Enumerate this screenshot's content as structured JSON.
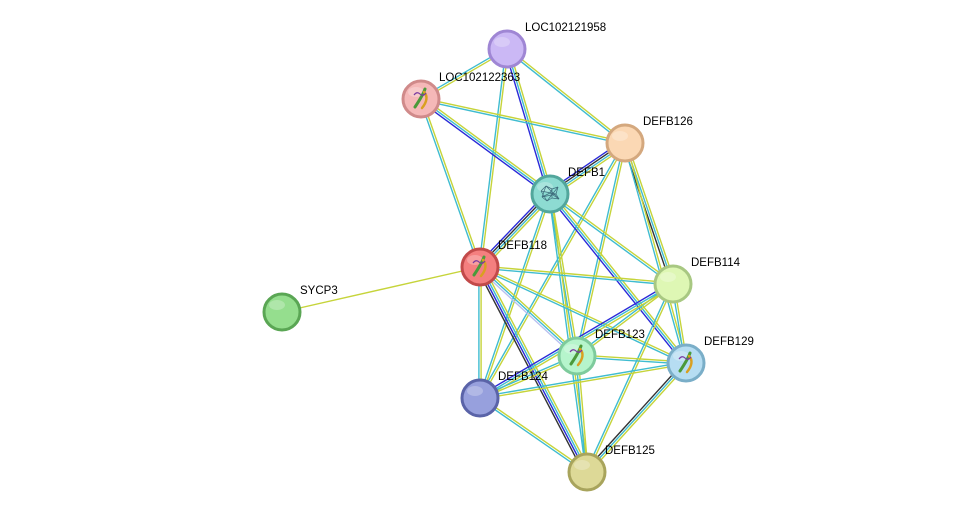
{
  "network": {
    "nodes": [
      {
        "id": "LOC102121958",
        "label": "LOC102121958",
        "fill": "#cbb8f5",
        "stroke": "#9f86d4",
        "structure": "none"
      },
      {
        "id": "LOC102122363",
        "label": "LOC102122363",
        "fill": "#f5b8b8",
        "stroke": "#d08a8a",
        "structure": "protein-ribbon-icon"
      },
      {
        "id": "DEFB126",
        "label": "DEFB126",
        "fill": "#fbd8b4",
        "stroke": "#d4a87e",
        "structure": "none"
      },
      {
        "id": "DEFB1",
        "label": "DEFB1",
        "fill": "#8ddbd2",
        "stroke": "#52a69c",
        "structure": "protein-mesh-icon"
      },
      {
        "id": "DEFB118",
        "label": "DEFB118",
        "fill": "#f47f7f",
        "stroke": "#c24a4a",
        "structure": "protein-ribbon-icon"
      },
      {
        "id": "DEFB114",
        "label": "DEFB114",
        "fill": "#def7b4",
        "stroke": "#a8c882",
        "structure": "none"
      },
      {
        "id": "SYCP3",
        "label": "SYCP3",
        "fill": "#95de8e",
        "stroke": "#5aa654",
        "structure": "none"
      },
      {
        "id": "DEFB123",
        "label": "DEFB123",
        "fill": "#b6f5cc",
        "stroke": "#7ecb9c",
        "structure": "protein-ribbon-icon"
      },
      {
        "id": "DEFB129",
        "label": "DEFB129",
        "fill": "#b6ddf2",
        "stroke": "#7aaec8",
        "structure": "protein-ribbon-icon"
      },
      {
        "id": "DEFB124",
        "label": "DEFB124",
        "fill": "#97a0dd",
        "stroke": "#5a63a8",
        "structure": "none"
      },
      {
        "id": "DEFB125",
        "label": "DEFB125",
        "fill": "#ddd997",
        "stroke": "#a8a45c",
        "structure": "none"
      }
    ],
    "edges": [
      {
        "from": "LOC102121958",
        "to": "LOC102122363",
        "evidence": [
          "text-mining",
          "database"
        ]
      },
      {
        "from": "LOC102121958",
        "to": "DEFB126",
        "evidence": [
          "text-mining",
          "database"
        ]
      },
      {
        "from": "LOC102121958",
        "to": "DEFB1",
        "evidence": [
          "text-mining",
          "database",
          "experiment"
        ]
      },
      {
        "from": "LOC102121958",
        "to": "DEFB118",
        "evidence": [
          "text-mining",
          "database"
        ]
      },
      {
        "from": "LOC102122363",
        "to": "DEFB126",
        "evidence": [
          "text-mining",
          "database"
        ]
      },
      {
        "from": "LOC102122363",
        "to": "DEFB1",
        "evidence": [
          "text-mining",
          "database",
          "experiment"
        ]
      },
      {
        "from": "LOC102122363",
        "to": "DEFB118",
        "evidence": [
          "text-mining",
          "database"
        ]
      },
      {
        "from": "DEFB126",
        "to": "DEFB1",
        "evidence": [
          "text-mining",
          "database",
          "coexpression",
          "co-occurrence"
        ]
      },
      {
        "from": "DEFB126",
        "to": "DEFB114",
        "evidence": [
          "text-mining",
          "database",
          "coexpression"
        ]
      },
      {
        "from": "DEFB126",
        "to": "DEFB129",
        "evidence": [
          "text-mining",
          "database"
        ]
      },
      {
        "from": "DEFB126",
        "to": "DEFB123",
        "evidence": [
          "text-mining",
          "database"
        ]
      },
      {
        "from": "DEFB126",
        "to": "DEFB124",
        "evidence": [
          "text-mining",
          "database"
        ]
      },
      {
        "from": "DEFB1",
        "to": "DEFB118",
        "evidence": [
          "text-mining",
          "database",
          "coexpression",
          "co-occurrence"
        ]
      },
      {
        "from": "DEFB1",
        "to": "DEFB114",
        "evidence": [
          "text-mining",
          "database"
        ]
      },
      {
        "from": "DEFB1",
        "to": "DEFB129",
        "evidence": [
          "text-mining",
          "database",
          "experiment"
        ]
      },
      {
        "from": "DEFB1",
        "to": "DEFB123",
        "evidence": [
          "text-mining",
          "database"
        ]
      },
      {
        "from": "DEFB1",
        "to": "DEFB124",
        "evidence": [
          "text-mining",
          "database"
        ]
      },
      {
        "from": "DEFB1",
        "to": "DEFB125",
        "evidence": [
          "text-mining",
          "database"
        ]
      },
      {
        "from": "DEFB118",
        "to": "SYCP3",
        "evidence": [
          "text-mining"
        ]
      },
      {
        "from": "DEFB118",
        "to": "DEFB114",
        "evidence": [
          "text-mining",
          "database"
        ]
      },
      {
        "from": "DEFB118",
        "to": "DEFB123",
        "evidence": [
          "text-mining",
          "database",
          "homology"
        ]
      },
      {
        "from": "DEFB118",
        "to": "DEFB129",
        "evidence": [
          "text-mining",
          "database"
        ]
      },
      {
        "from": "DEFB118",
        "to": "DEFB124",
        "evidence": [
          "text-mining",
          "database"
        ]
      },
      {
        "from": "DEFB118",
        "to": "DEFB125",
        "evidence": [
          "text-mining",
          "database",
          "experiment",
          "coexpression"
        ]
      },
      {
        "from": "DEFB114",
        "to": "DEFB123",
        "evidence": [
          "text-mining",
          "database"
        ]
      },
      {
        "from": "DEFB114",
        "to": "DEFB129",
        "evidence": [
          "text-mining",
          "database"
        ]
      },
      {
        "from": "DEFB114",
        "to": "DEFB124",
        "evidence": [
          "text-mining",
          "database",
          "experiment"
        ]
      },
      {
        "from": "DEFB114",
        "to": "DEFB125",
        "evidence": [
          "text-mining",
          "database"
        ]
      },
      {
        "from": "DEFB123",
        "to": "DEFB129",
        "evidence": [
          "text-mining",
          "database"
        ]
      },
      {
        "from": "DEFB123",
        "to": "DEFB124",
        "evidence": [
          "text-mining",
          "database"
        ]
      },
      {
        "from": "DEFB123",
        "to": "DEFB125",
        "evidence": [
          "text-mining",
          "database"
        ]
      },
      {
        "from": "DEFB129",
        "to": "DEFB124",
        "evidence": [
          "text-mining",
          "database"
        ]
      },
      {
        "from": "DEFB129",
        "to": "DEFB125",
        "evidence": [
          "text-mining",
          "database",
          "coexpression"
        ]
      },
      {
        "from": "DEFB124",
        "to": "DEFB125",
        "evidence": [
          "text-mining",
          "database"
        ]
      }
    ],
    "evidence_colors": {
      "text-mining": "#c6d43a",
      "database": "#3fbcd0",
      "experiment": "#2a2ad8",
      "coexpression": "#333333",
      "co-occurrence": "#2a2ad8",
      "homology": "#b8c0f0"
    }
  }
}
